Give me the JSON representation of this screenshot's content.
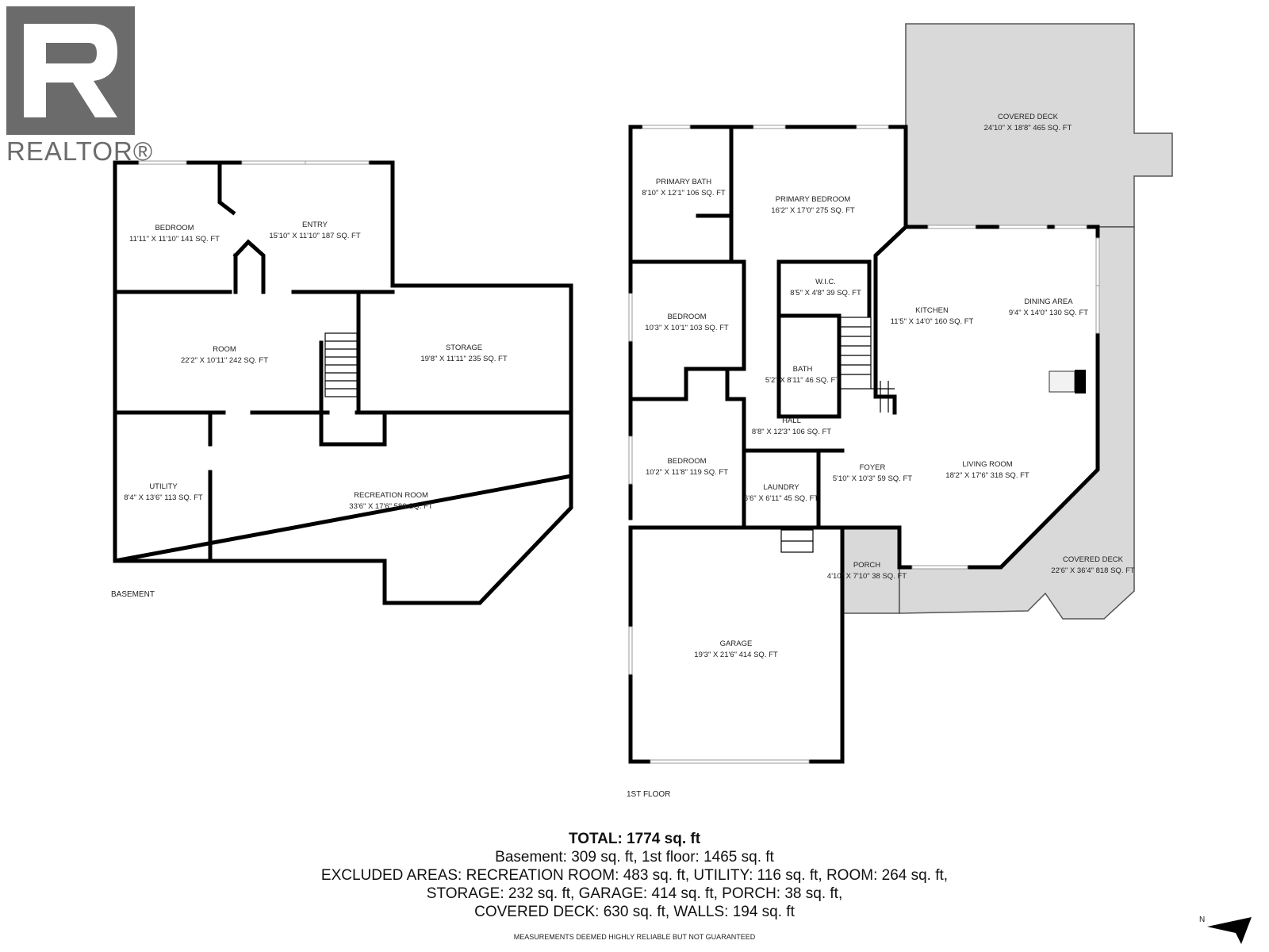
{
  "logo": {
    "text": "REALTOR®"
  },
  "floors": {
    "basement_label": "BASEMENT",
    "first_label": "1ST FLOOR"
  },
  "basement_rooms": [
    {
      "name": "BEDROOM",
      "dims": "11'11\" X 11'10\" 141 SQ. FT"
    },
    {
      "name": "ENTRY",
      "dims": "15'10\" X 11'10\" 187 SQ. FT"
    },
    {
      "name": "ROOM",
      "dims": "22'2\" X 10'11\" 242 SQ. FT"
    },
    {
      "name": "STORAGE",
      "dims": "19'8\" X 11'11\" 235 SQ. FT"
    },
    {
      "name": "UTILITY",
      "dims": "8'4\" X 13'6\" 113 SQ. FT"
    },
    {
      "name": "RECREATION ROOM",
      "dims": "33'6\" X 17'6\" 586 SQ. FT"
    }
  ],
  "first_floor_rooms": [
    {
      "name": "COVERED DECK",
      "dims": "24'10\" X 18'8\" 465 SQ. FT"
    },
    {
      "name": "PRIMARY BATH",
      "dims": "8'10\" X 12'1\" 106 SQ. FT"
    },
    {
      "name": "PRIMARY BEDROOM",
      "dims": "16'2\" X 17'0\" 275 SQ. FT"
    },
    {
      "name": "W.I.C.",
      "dims": "8'5\" X 4'8\" 39 SQ. FT"
    },
    {
      "name": "BEDROOM",
      "dims": "10'3\" X 10'1\" 103 SQ. FT"
    },
    {
      "name": "KITCHEN",
      "dims": "11'5\" X 14'0\" 160 SQ. FT"
    },
    {
      "name": "DINING AREA",
      "dims": "9'4\" X 14'0\" 130 SQ. FT"
    },
    {
      "name": "BATH",
      "dims": "5'2\" X 8'11\" 46 SQ. FT"
    },
    {
      "name": "HALL",
      "dims": "8'8\" X 12'3\" 106 SQ. FT"
    },
    {
      "name": "BEDROOM",
      "dims": "10'2\" X 11'8\" 119 SQ. FT"
    },
    {
      "name": "LAUNDRY",
      "dims": "6'6\" X 6'11\" 45 SQ. FT"
    },
    {
      "name": "FOYER",
      "dims": "5'10\" X 10'3\" 59 SQ. FT"
    },
    {
      "name": "LIVING ROOM",
      "dims": "18'2\" X 17'6\" 318 SQ. FT"
    },
    {
      "name": "PORCH",
      "dims": "4'10\" X 7'10\" 38 SQ. FT"
    },
    {
      "name": "COVERED DECK",
      "dims": "22'6\" X 36'4\" 818 SQ. FT"
    },
    {
      "name": "GARAGE",
      "dims": "19'3\" X 21'6\" 414 SQ. FT"
    }
  ],
  "summary": {
    "total": "TOTAL: 1774 sq. ft",
    "line1": "Basement: 309 sq. ft, 1st floor: 1465 sq. ft",
    "line2": "EXCLUDED AREAS: RECREATION ROOM: 483 sq. ft, UTILITY: 116 sq. ft, ROOM: 264 sq. ft,",
    "line3": "STORAGE: 232 sq. ft, GARAGE: 414 sq. ft, PORCH: 38 sq. ft,",
    "line4": "COVERED DECK: 630 sq. ft, WALLS: 194 sq. ft"
  },
  "disclaimer": "MEASUREMENTS DEEMED HIGHLY RELIABLE BUT NOT GUARANTEED",
  "compass": {
    "label": "N",
    "icon": "north-arrow-icon"
  },
  "colors": {
    "walls": "#000000",
    "deck": "#d9d9d9",
    "logo": "#6b6b6b"
  }
}
